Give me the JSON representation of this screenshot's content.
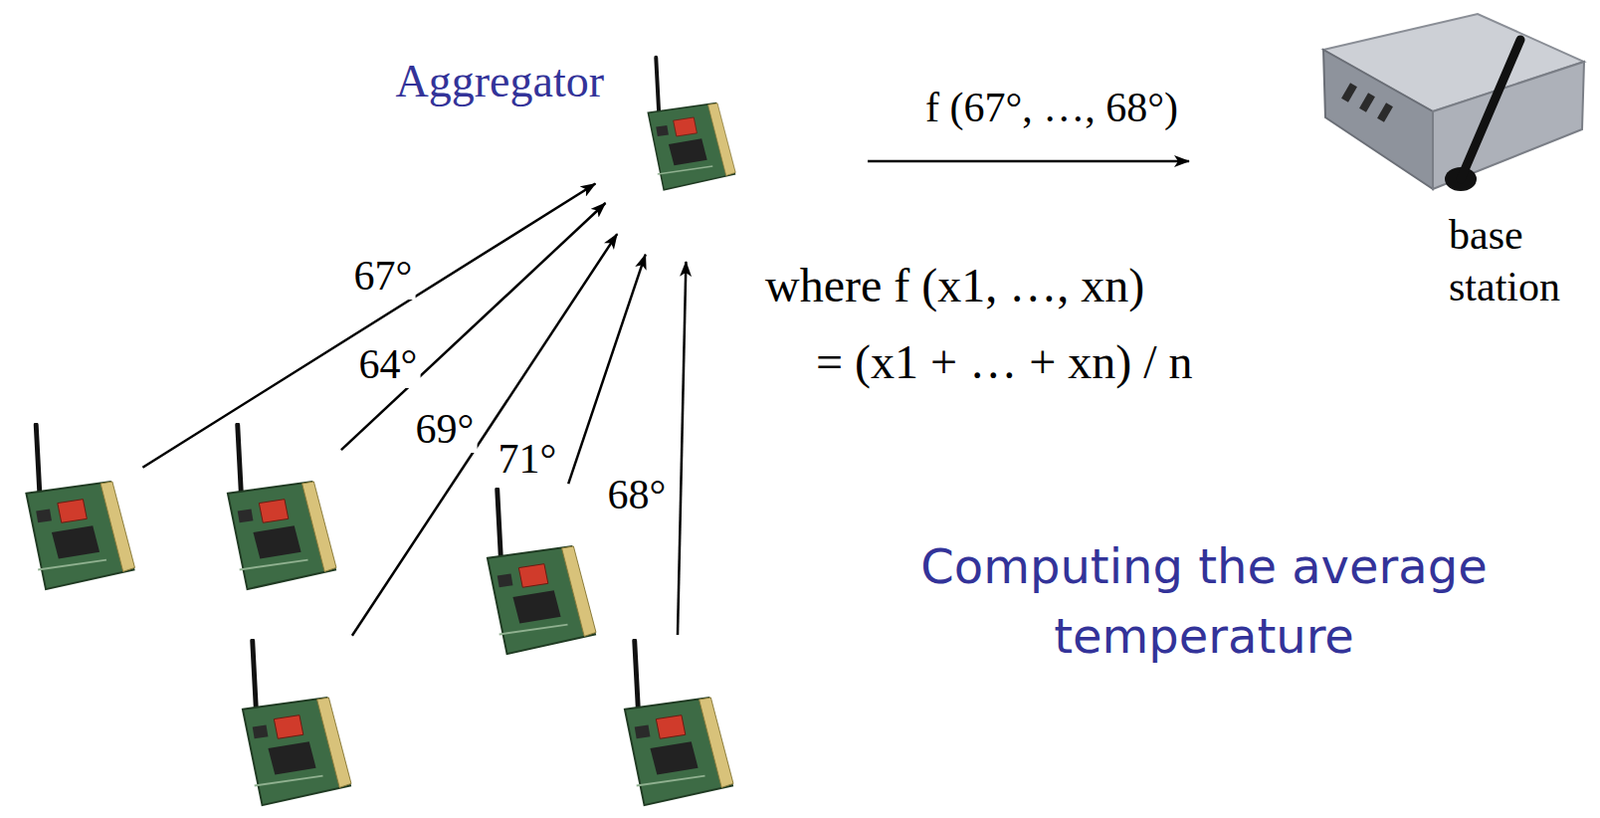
{
  "diagram": {
    "caption": "Computing the average temperature",
    "nodes": [
      {
        "text": [
          "Aggregator"
        ]
      },
      {
        "text": [
          "base station"
        ]
      },
      {
        "text": []
      },
      {
        "text": []
      },
      {
        "text": []
      },
      {
        "text": []
      },
      {
        "text": []
      }
    ],
    "edges": [
      {
        "from": 2,
        "to": 0,
        "arrow": "to",
        "label": "67°"
      },
      {
        "from": 3,
        "to": 0,
        "arrow": "to",
        "label": "64°"
      },
      {
        "from": 5,
        "to": 0,
        "arrow": "to",
        "label": "69°"
      },
      {
        "from": 4,
        "to": 0,
        "arrow": "to",
        "label": "71°"
      },
      {
        "from": 6,
        "to": 0,
        "arrow": "to",
        "label": "68°"
      },
      {
        "from": 0,
        "to": 1,
        "arrow": "to",
        "label": "f (67°, …, 68°)"
      }
    ],
    "labels": [
      "where f (x1, …, xn)",
      "= (x1 + … + xn) / n"
    ]
  }
}
